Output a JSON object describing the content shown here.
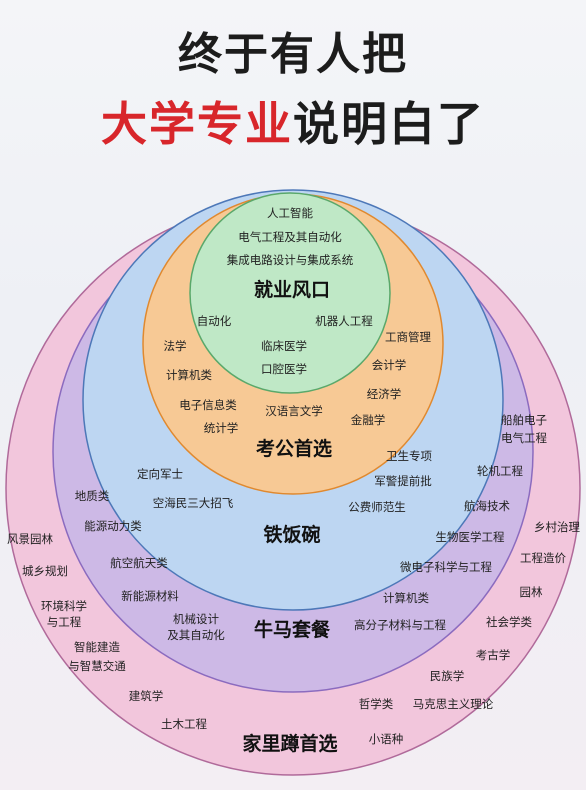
{
  "title_line1": "终于有人把",
  "title_line2_highlight": "大学专业",
  "title_line2_rest": "说明白了",
  "colors": {
    "outer": "#f2c6dc",
    "ring4": "#cdb9e6",
    "ring3": "#bdd6f2",
    "ring2": "#f7c995",
    "inner": "#bfe8c6",
    "highlight": "#d8262b"
  },
  "zones": {
    "jiuye": "就业风口",
    "kaogong": "考公首选",
    "tiefanwan": "铁饭碗",
    "niuma": "牛马套餐",
    "jiali": "家里蹲首选"
  },
  "majors": {
    "ai": "人工智能",
    "electrical": "电气工程及其自动化",
    "ic": "集成电路设计与集成系统",
    "automation": "自动化",
    "robotics": "机器人工程",
    "law": "法学",
    "clinical": "临床医学",
    "stomatology": "口腔医学",
    "cs": "计算机类",
    "business_admin": "工商管理",
    "accounting": "会计学",
    "economics": "经济学",
    "finance": "金融学",
    "electronic_info": "电子信息类",
    "chinese": "汉语言文学",
    "statistics": "统计学",
    "military": "定向军士",
    "air_sea_police": "空海民三大招飞",
    "health": "卫生专项",
    "police": "军警提前批",
    "normal": "公费师范生",
    "geology": "地质类",
    "energy_power": "能源动力类",
    "aerospace": "航空航天类",
    "new_energy": "新能源材料",
    "mech": "机械设计",
    "mech2": "及其自动化",
    "ship1": "船舶电子",
    "ship2": "电气工程",
    "turbine": "轮机工程",
    "navigation": "航海技术",
    "biomed": "生物医学工程",
    "microelectronics": "微电子科学与工程",
    "cs2": "计算机类",
    "polymer": "高分子材料与工程",
    "landscape": "风景园林",
    "urban": "城乡规划",
    "env1": "环境科学",
    "env2": "与工程",
    "smart1": "智能建造",
    "smart2": "与智慧交通",
    "architecture": "建筑学",
    "civil": "土木工程",
    "rural": "乡村治理",
    "cost": "工程造价",
    "garden": "园林",
    "sociology": "社会学类",
    "archaeology": "考古学",
    "ethnology": "民族学",
    "philosophy": "哲学类",
    "marxism": "马克思主义理论",
    "minor_lang": "小语种"
  }
}
